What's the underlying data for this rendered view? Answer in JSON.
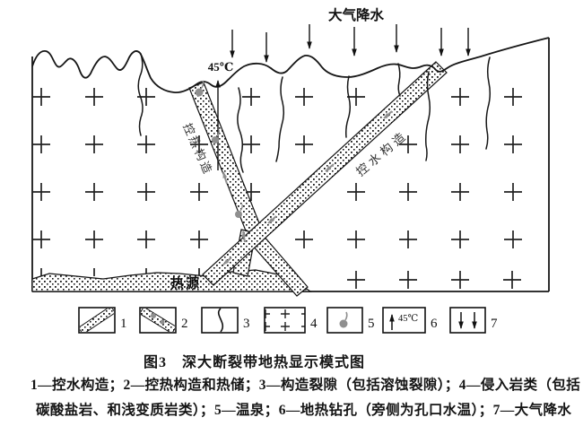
{
  "figure": {
    "precipitation_label": "大气降水",
    "borehole_temperature": "45℃",
    "heat_band_label": "控热构造",
    "water_band_label": "控水构造",
    "heat_source_label": "热源"
  },
  "legend": {
    "items": [
      {
        "number": "1",
        "meaning": "控水构造"
      },
      {
        "number": "2",
        "meaning": "控热构造和热储"
      },
      {
        "number": "3",
        "meaning": "构造裂隙（包括溶蚀裂隙）"
      },
      {
        "number": "4",
        "meaning": "侵入岩类（包括碳酸盐岩、和浅变质岩类）"
      },
      {
        "number": "5",
        "meaning": "温泉"
      },
      {
        "number": "6",
        "meaning": "地热钻孔（旁侧为孔口水温）"
      },
      {
        "number": "7",
        "meaning": "大气降水"
      }
    ],
    "borehole_symbol_temp": "45℃"
  },
  "caption": {
    "title": "图3　深大断裂带地热显示模式图",
    "line1": "1—控水构造；2—控热构造和热储；3—构造裂隙（包括溶蚀裂隙）；4—侵入岩类（包括",
    "line2": "碳酸盐岩、和浅变质岩类）；5—温泉；6—地热钻孔（旁侧为孔口水温）；7—大气降水"
  },
  "icons": {
    "rain_arrow": "↓",
    "borehole_arrow": "↑",
    "hot_spring": "gray-droplet-blob",
    "intrusive_rock": "+"
  },
  "colors": {
    "ink": "#151515",
    "gray_marker": "#8f8f8f",
    "background": "#ffffff"
  }
}
